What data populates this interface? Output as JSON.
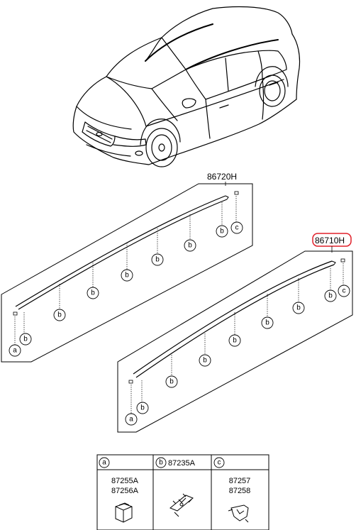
{
  "parts": {
    "upper_rail": {
      "part_no": "86720H"
    },
    "lower_rail": {
      "part_no": "86710H",
      "highlighted": true
    }
  },
  "callouts": {
    "a": "a",
    "b": "b",
    "c": "c"
  },
  "legend_table": {
    "columns": [
      {
        "key": "a",
        "header_code": "",
        "part_numbers": [
          "87255A",
          "87256A"
        ]
      },
      {
        "key": "b",
        "header_code": "87235A",
        "part_numbers": []
      },
      {
        "key": "c",
        "header_code": "",
        "part_numbers": [
          "87257",
          "87258"
        ]
      }
    ]
  },
  "colors": {
    "line": "#000000",
    "highlight": "#e0202a",
    "background": "#ffffff"
  }
}
